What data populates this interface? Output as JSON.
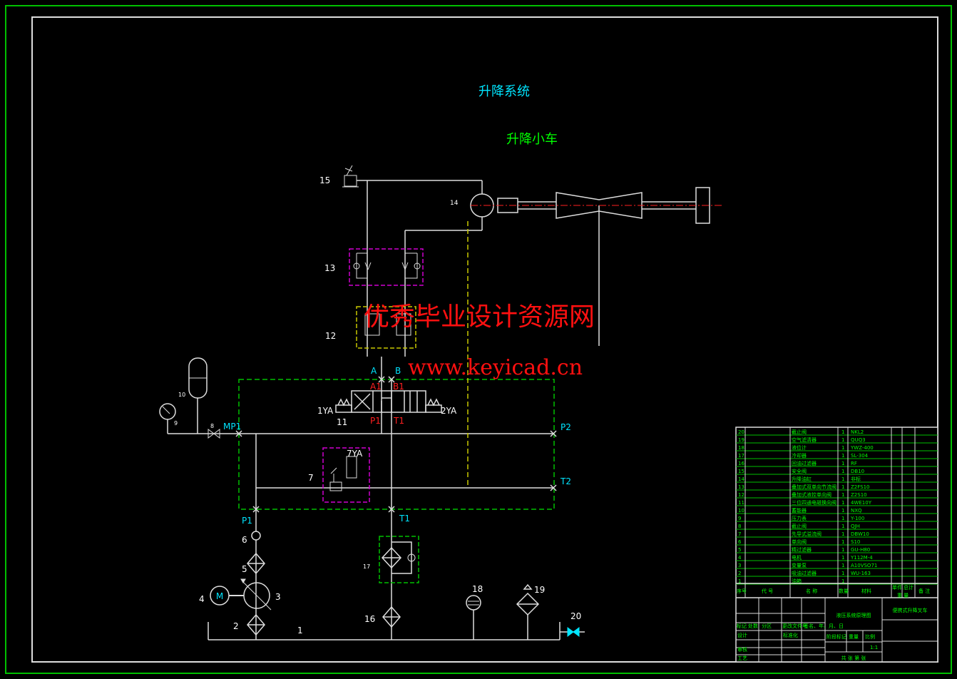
{
  "titles": {
    "system": "升降系统",
    "cart": "升降小车"
  },
  "watermark": {
    "line1": "优秀毕业设计资源网",
    "line2": "www.keyicad.cn"
  },
  "ports": {
    "A": "A",
    "B": "B",
    "A1": "A1",
    "B1": "B1",
    "P1_valve": "P1",
    "T1_valve": "T1",
    "MP1": "MP1",
    "P2": "P2",
    "T2": "T2",
    "P1": "P1",
    "T1": "T1",
    "sol1": "1YA",
    "sol2": "2YA",
    "sol7": "7YA"
  },
  "component_numbers": [
    "1",
    "2",
    "3",
    "4",
    "5",
    "6",
    "7",
    "8",
    "9",
    "10",
    "11",
    "12",
    "13",
    "14",
    "15",
    "16",
    "17",
    "18",
    "19",
    "20"
  ],
  "motor_label": "M",
  "parts_list": [
    {
      "no": "20",
      "name": "截止阀",
      "qty": "1",
      "code": "NKL2"
    },
    {
      "no": "19",
      "name": "空气滤清器",
      "qty": "1",
      "code": "QUQ3"
    },
    {
      "no": "18",
      "name": "液位计",
      "qty": "1",
      "code": "YWZ-400"
    },
    {
      "no": "17",
      "name": "冷却器",
      "qty": "1",
      "code": "SL-304"
    },
    {
      "no": "16",
      "name": "回油过滤器",
      "qty": "1",
      "code": "RF"
    },
    {
      "no": "15",
      "name": "安全阀",
      "qty": "1",
      "code": "DB10"
    },
    {
      "no": "14",
      "name": "升降油缸",
      "qty": "1",
      "code": "非标"
    },
    {
      "no": "13",
      "name": "叠加式双单向节流阀",
      "qty": "1",
      "code": "Z2FS10"
    },
    {
      "no": "12",
      "name": "叠加式液控单向阀",
      "qty": "1",
      "code": "Z2S10"
    },
    {
      "no": "11",
      "name": "三位四通电磁换向阀",
      "qty": "1",
      "code": "4WE10Y"
    },
    {
      "no": "10",
      "name": "蓄能器",
      "qty": "1",
      "code": "NXQ"
    },
    {
      "no": "9",
      "name": "压力表",
      "qty": "1",
      "code": "Y-100"
    },
    {
      "no": "8",
      "name": "截止阀",
      "qty": "1",
      "code": "QJH"
    },
    {
      "no": "7",
      "name": "先导式溢流阀",
      "qty": "1",
      "code": "DBW10"
    },
    {
      "no": "6",
      "name": "单向阀",
      "qty": "1",
      "code": "S10"
    },
    {
      "no": "5",
      "name": "精过滤器",
      "qty": "1",
      "code": "GU-H80"
    },
    {
      "no": "4",
      "name": "电机",
      "qty": "1",
      "code": "Y112M-4"
    },
    {
      "no": "3",
      "name": "变量泵",
      "qty": "1",
      "code": "A10VSO71"
    },
    {
      "no": "2",
      "name": "吸油过滤器",
      "qty": "1",
      "code": "WU-163"
    },
    {
      "no": "1",
      "name": "油箱",
      "qty": "1",
      "code": ""
    }
  ],
  "parts_header": {
    "no": "序号",
    "code": "代 号",
    "name": "名 称",
    "qty": "数量",
    "material": "材料",
    "unit": "单件",
    "total": "总计",
    "weight": "重 量",
    "remark": "备 注"
  },
  "title_block": {
    "drawing_name": "液压系统原理图",
    "project": "便携式升降叉车",
    "mark": "标记",
    "count": "处数",
    "zone": "分区",
    "doc": "更改文件号",
    "sign": "签名、年、月、日",
    "design": "设计",
    "standard": "标准化",
    "stage": "阶段标记",
    "weight": "重量",
    "scale": "比例",
    "scale_value": "1:1",
    "review": "审核",
    "process": "工艺",
    "sheets": "共 张 第 张"
  }
}
